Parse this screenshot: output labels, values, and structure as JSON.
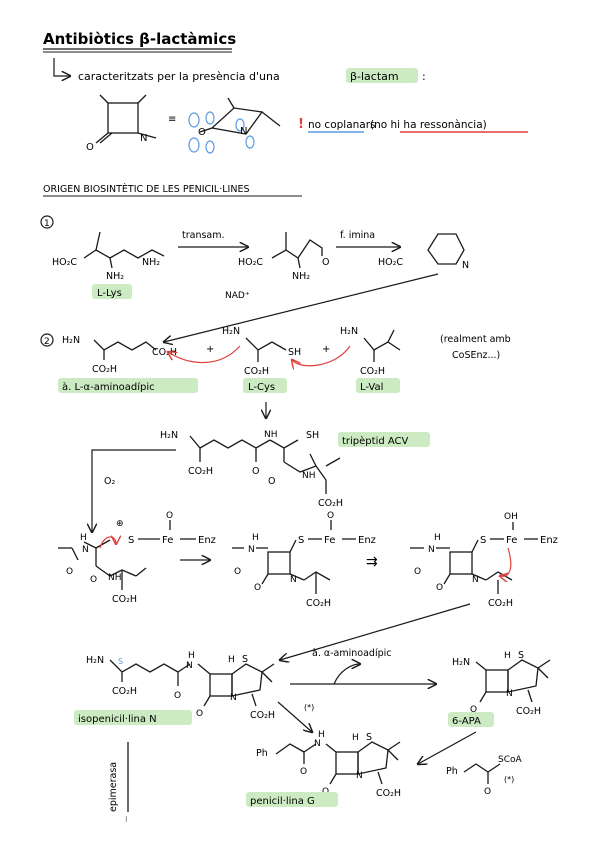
{
  "header": {
    "title": "Antibiòtics β-lactàmics",
    "subtitle": "caracteritzats per la presència d'una",
    "highlight": "β-lactam",
    "colon": ":",
    "warning_mark": "!",
    "note_noncoplanar": "no coplanars",
    "note_resonance": "(no hi ha ressonància)"
  },
  "section": {
    "title": "ORIGEN BIOSINTÈTIC DE LES PENICIL·LINES"
  },
  "step1": {
    "number": "1",
    "lys_label": "L-Lys",
    "transam": "transam.",
    "f_imina": "f. imina",
    "nad": "NAD⁺",
    "ho2c": "HO₂C",
    "nh2": "NH₂",
    "o": "O",
    "n": "N"
  },
  "step2": {
    "number": "2",
    "aminoadipic_label": "à. L-α-aminoadípic",
    "cys_label": "L-Cys",
    "val_label": "L-Val",
    "note_line1": "(realment amb",
    "note_line2": "CoSEnz...)",
    "plus": "+",
    "co2h": "CO₂H",
    "h2n": "H₂N",
    "sh": "SH"
  },
  "tripeptide": {
    "label": "tripèptid ACV",
    "o2": "O₂",
    "arrow_down": "↓"
  },
  "intermediates": {
    "s": "S",
    "fe": "Fe",
    "enz": "Enz",
    "oh": "OH",
    "h": "H",
    "n": "N",
    "nh": "NH",
    "o": "O",
    "plus_charge": "⊕",
    "double_arrow": "⇉"
  },
  "products": {
    "isopenicillin_label": "isopenicil·lina N",
    "apa_label": "6-APA",
    "penicillin_g_label": "penicil·lina G",
    "aminoadipic_reagent": "à. α-aminoadípic",
    "star": "(*)",
    "star2": "(*)",
    "epimerasa": "epimerasa",
    "ph": "Ph",
    "scoa": "SCoA",
    "s_label": "S",
    "co2h": "CO₂H",
    "h2n": "H₂N",
    "s_stereo": "S"
  },
  "colors": {
    "highlight": "#cdebc3",
    "red": "#e0403a",
    "blue": "#5b9be0",
    "ink": "#1a1a1a"
  }
}
